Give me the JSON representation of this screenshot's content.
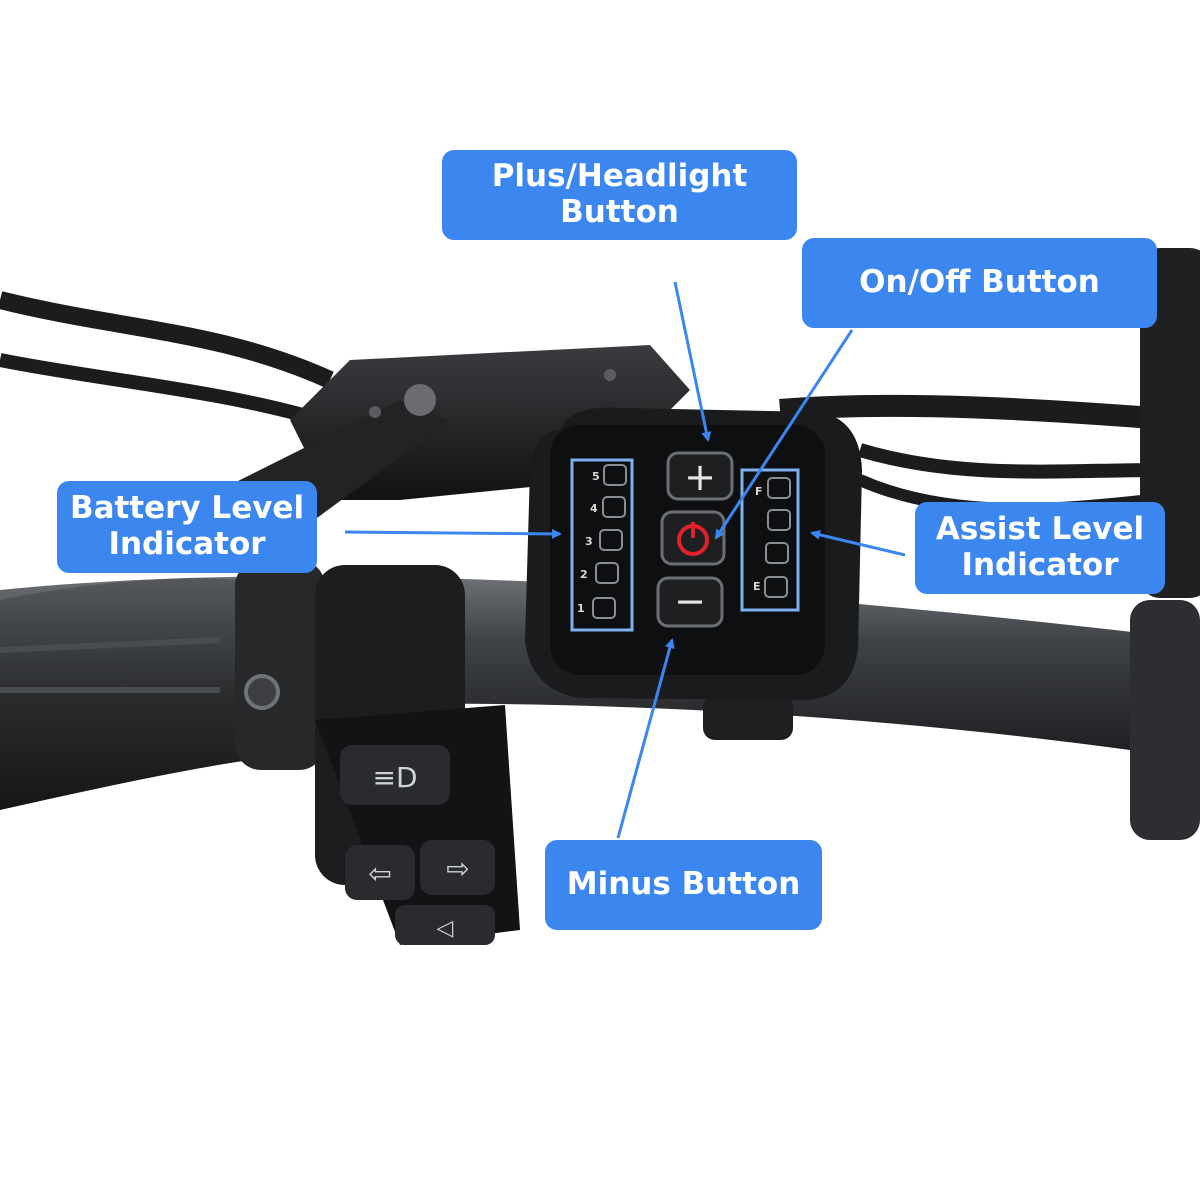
{
  "callouts": {
    "plus": {
      "line1": "Plus/Headlight",
      "line2": "Button"
    },
    "onoff": {
      "line1": "On/Off Button"
    },
    "battery": {
      "line1": "Battery Level",
      "line2": "Indicator"
    },
    "assist": {
      "line1": "Assist Level",
      "line2": "Indicator"
    },
    "minus": {
      "line1": "Minus Button"
    }
  },
  "panel": {
    "battery_levels": [
      "5",
      "4",
      "3",
      "2",
      "1"
    ],
    "assist_top_letter": "F",
    "assist_bottom_letter": "E",
    "plus_symbol": "+",
    "minus_symbol": "−",
    "power_symbol": "⏻"
  },
  "colors": {
    "callout_bg": "#3b86ef",
    "arrow": "#3b86ef",
    "power_red": "#e0202a",
    "indicator_frame": "#7fb0f0"
  }
}
